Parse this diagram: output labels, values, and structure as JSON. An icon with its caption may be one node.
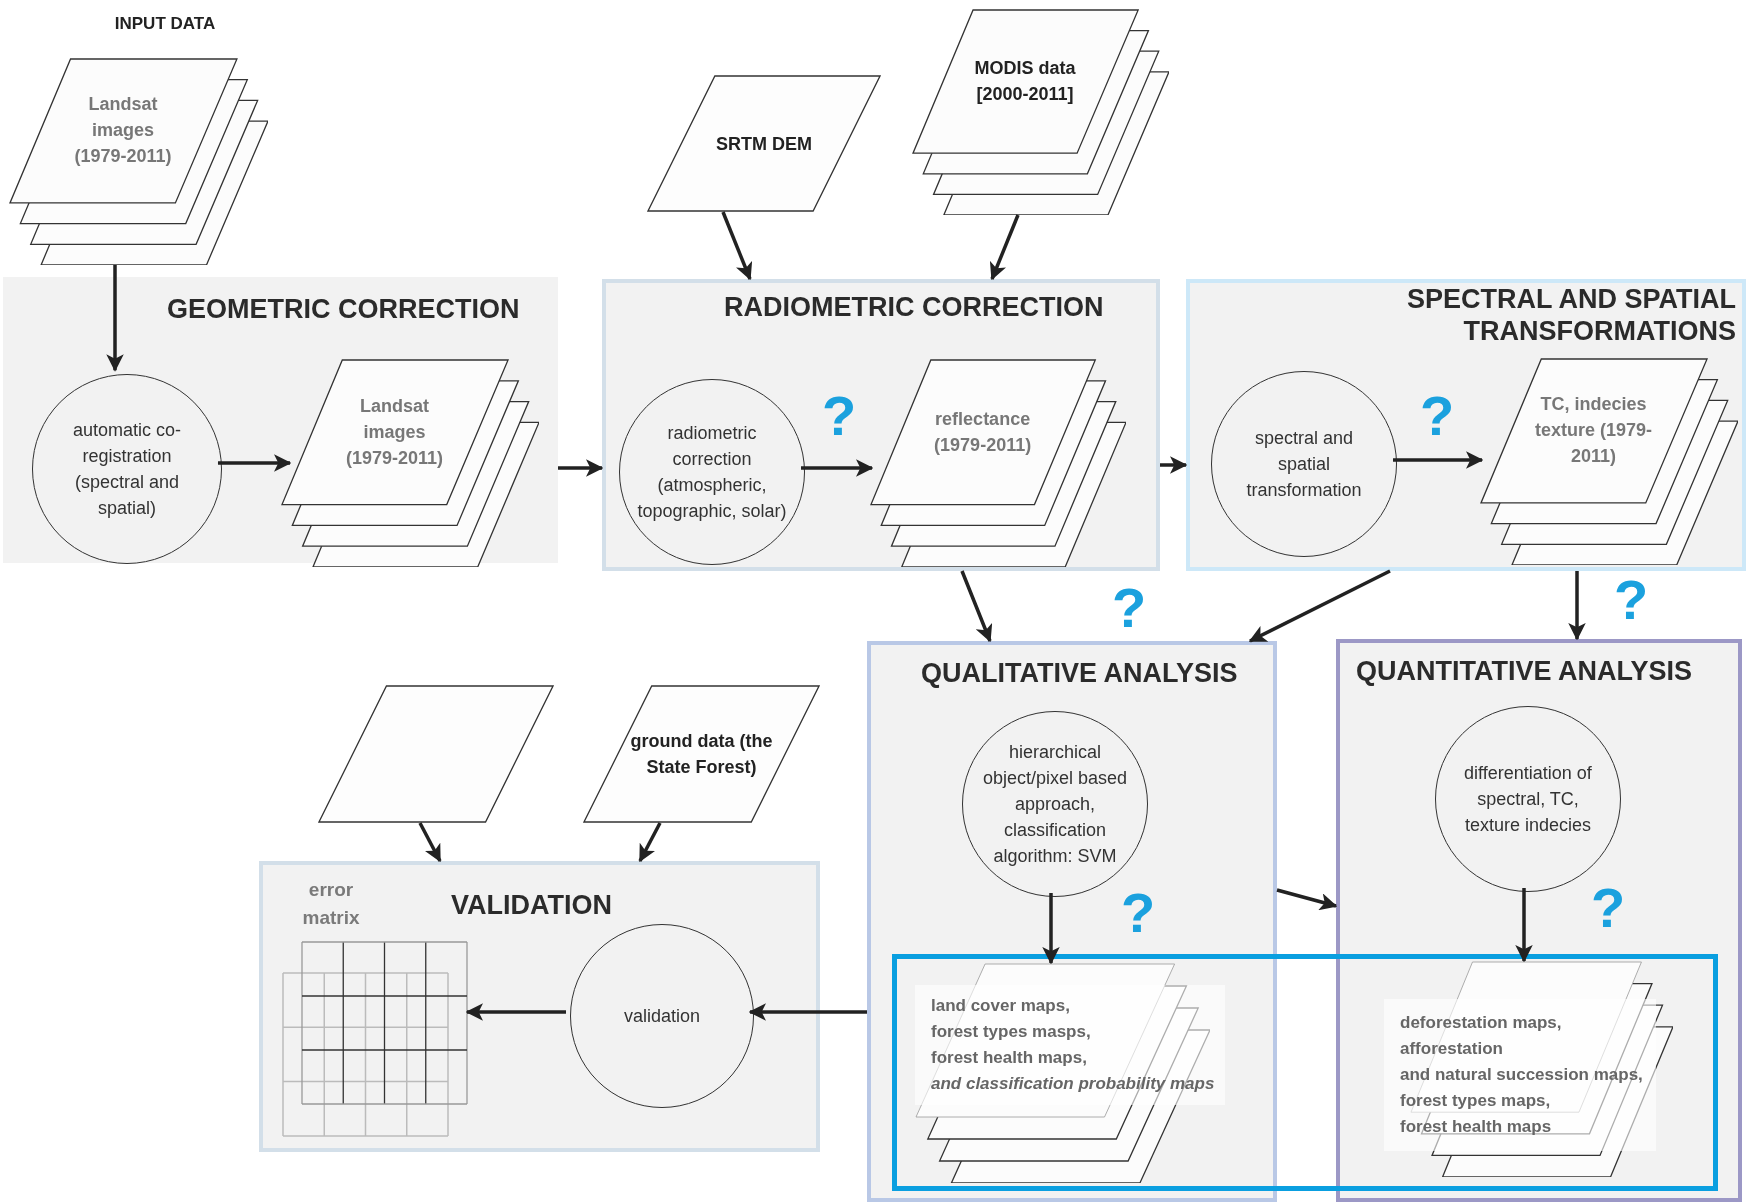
{
  "diagram": {
    "nodes": [
      {
        "text": [
          "Landsat images (1979-2011)"
        ]
      },
      {
        "text": [
          "GEOMETRIC CORRECTION"
        ]
      },
      {
        "text": [
          "automatic co-registration (spectral and spatial)"
        ],
        "in": 1
      },
      {
        "text": [
          "Landsat images (1979-2011)"
        ],
        "in": 1
      },
      {
        "text": [
          "SRTM DEM"
        ]
      },
      {
        "text": [
          "MODIS data [2000-2011]"
        ]
      },
      {
        "text": [
          "RADIOMETRIC CORRECTION"
        ]
      },
      {
        "text": [
          "radiometric correction (atmospheric, topographic, solar)"
        ],
        "in": 6
      },
      {
        "text": [
          "reflectance (1979-2011)"
        ],
        "in": 6
      },
      {
        "text": [
          "SPECTRAL AND SPATIAL TRANSFORMATIONS"
        ]
      },
      {
        "text": [
          "spectral and spatial transformation"
        ],
        "in": 9
      },
      {
        "text": [
          "TC, indecies texture (1979-2011)"
        ],
        "in": 9
      },
      {
        "text": [
          "QUALITATIVE ANALYSIS"
        ]
      },
      {
        "text": [
          "hierarchical object/pixel based approach, classification algorithm: SVM"
        ],
        "in": 12
      },
      {
        "text": [
          "QUANTITATIVE ANALYSIS"
        ]
      },
      {
        "text": [
          "differentiation of spectral, TC, texture indecies"
        ],
        "in": 14
      },
      {
        "text": [],
        "shape": "box"
      },
      {
        "text": [
          "land cover maps,",
          "forest types masps,",
          "forest health maps,",
          "*and classification probability maps*"
        ]
      },
      {
        "text": [
          "deforestation maps,",
          "afforestation",
          "and natural succession maps,",
          "forest types maps,",
          "forest health maps"
        ]
      },
      {
        "text": [],
        "shape": "parallelogram"
      },
      {
        "text": [
          "ground data (the State Forest)"
        ]
      },
      {
        "text": [
          "VALIDATION"
        ]
      },
      {
        "text": [
          "validation"
        ],
        "in": 21
      },
      {
        "text": [
          "error matrix"
        ],
        "in": 21
      }
    ],
    "edges": [
      {
        "from": 0,
        "to": 2,
        "arrow": "to"
      },
      {
        "from": 2,
        "to": 3,
        "arrow": "to"
      },
      {
        "from": 1,
        "to": 6,
        "arrow": "to"
      },
      {
        "from": 4,
        "to": 6,
        "arrow": "to"
      },
      {
        "from": 5,
        "to": 6,
        "arrow": "to"
      },
      {
        "from": 7,
        "to": 8,
        "arrow": "to"
      },
      {
        "from": 6,
        "to": 9,
        "arrow": "to"
      },
      {
        "from": 10,
        "to": 11,
        "arrow": "to"
      },
      {
        "from": 6,
        "to": 12,
        "arrow": "to"
      },
      {
        "from": 9,
        "to": 14,
        "arrow": "to"
      },
      {
        "from": 9,
        "to": 12,
        "arrow": "to"
      },
      {
        "from": 12,
        "to": 14,
        "arrow": "to"
      },
      {
        "from": 13,
        "to": 17,
        "arrow": "to"
      },
      {
        "from": 15,
        "to": 18,
        "arrow": "to"
      },
      {
        "from": 19,
        "to": 21,
        "arrow": "to"
      },
      {
        "from": 20,
        "to": 21,
        "arrow": "to"
      },
      {
        "from": 12,
        "to": 22,
        "arrow": "to"
      },
      {
        "from": 22,
        "to": 23,
        "arrow": "to"
      }
    ],
    "labels": [
      "INPUT DATA",
      "?",
      "?",
      "?",
      "?",
      "?",
      "?"
    ]
  }
}
